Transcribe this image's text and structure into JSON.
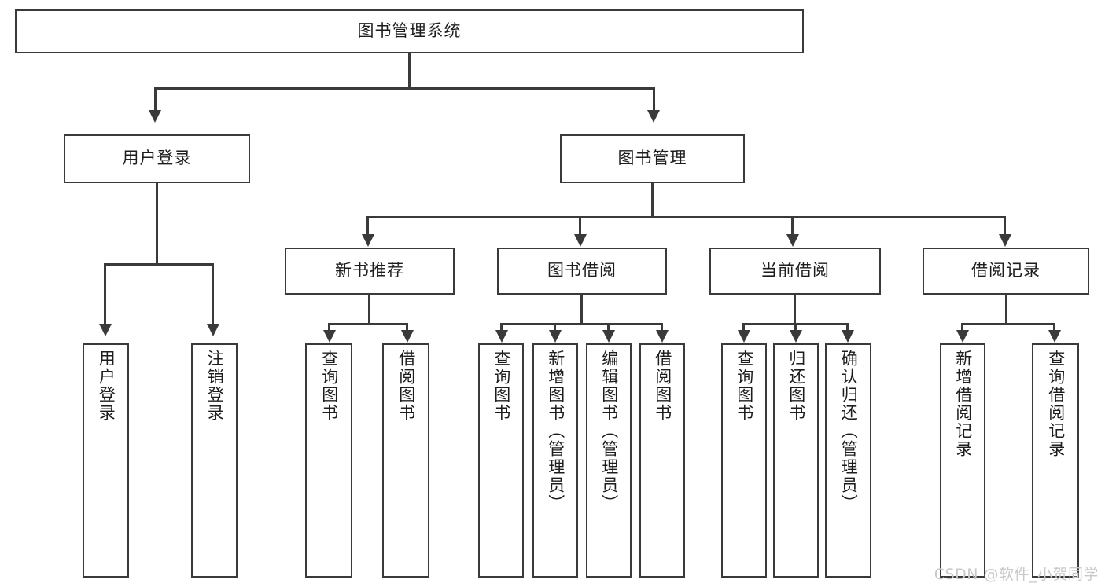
{
  "diagram": {
    "title": "图书管理系统",
    "watermark": "CSDN @软件_小贺同学",
    "level1": {
      "root": "图书管理系统"
    },
    "level2": [
      {
        "label": "用户登录"
      },
      {
        "label": "图书管理"
      }
    ],
    "level3": [
      {
        "label": "新书推荐"
      },
      {
        "label": "图书借阅"
      },
      {
        "label": "当前借阅"
      },
      {
        "label": "借阅记录"
      }
    ],
    "leaves": {
      "user_login": [
        {
          "label": "用户登录"
        },
        {
          "label": "注销登录"
        }
      ],
      "new_book_recommend": [
        {
          "label": "查询图书"
        },
        {
          "label": "借阅图书"
        }
      ],
      "book_borrow": [
        {
          "label": "查询图书"
        },
        {
          "label": "新增图书（管理员）"
        },
        {
          "label": "编辑图书（管理员）"
        },
        {
          "label": "借阅图书"
        }
      ],
      "current_borrow": [
        {
          "label": "查询图书"
        },
        {
          "label": "归还图书"
        },
        {
          "label": "确认归还（管理员）"
        }
      ],
      "borrow_record": [
        {
          "label": "新增借阅记录"
        },
        {
          "label": "查询借阅记录"
        }
      ]
    },
    "colors": {
      "stroke": "#3a3a3a",
      "background": "#ffffff",
      "text": "#1d1d1d",
      "watermark": "#c9c9c9"
    }
  }
}
